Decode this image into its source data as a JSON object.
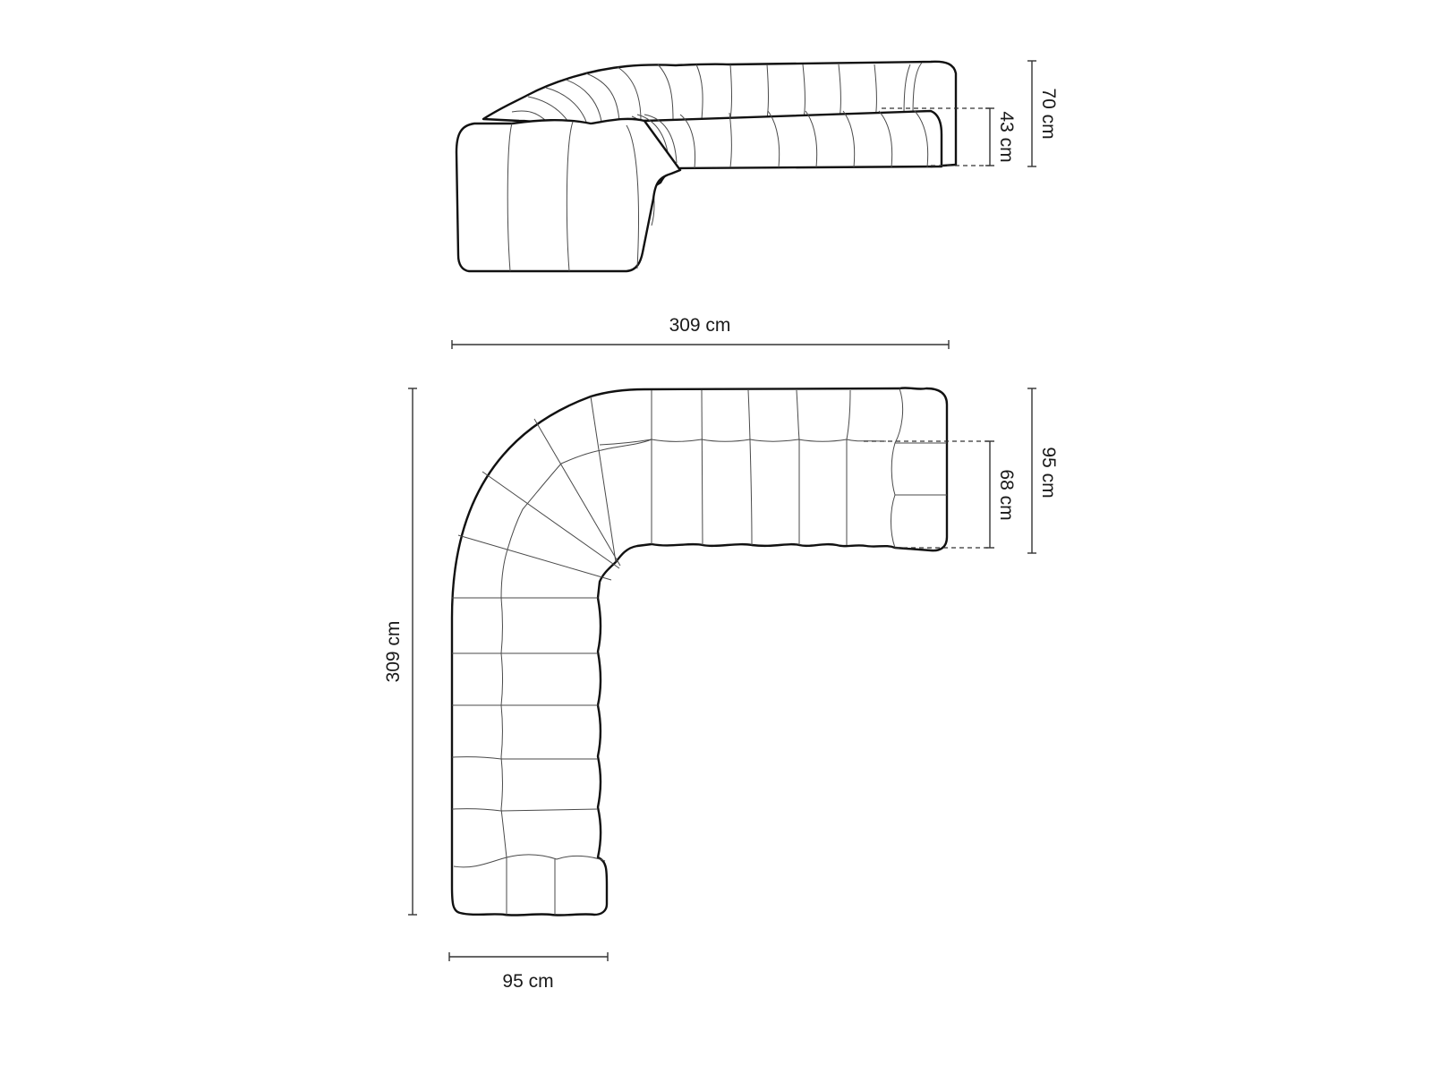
{
  "diagram": {
    "subject": "Modular curved corner sofa dimension drawing",
    "views": [
      {
        "id": "front-view",
        "dimensions": {
          "total_height": "70 cm",
          "seat_height": "43 cm"
        }
      },
      {
        "id": "top-view",
        "dimensions": {
          "overall_width": "309 cm",
          "overall_length": "309 cm",
          "seat_depth_right": "95 cm",
          "inner_seat_depth": "68 cm",
          "seat_depth_bottom": "95 cm"
        }
      }
    ],
    "colors": {
      "background": "#ffffff",
      "outline": "#111111",
      "seam": "#4a4a4a",
      "dimension_line": "#333333"
    }
  }
}
